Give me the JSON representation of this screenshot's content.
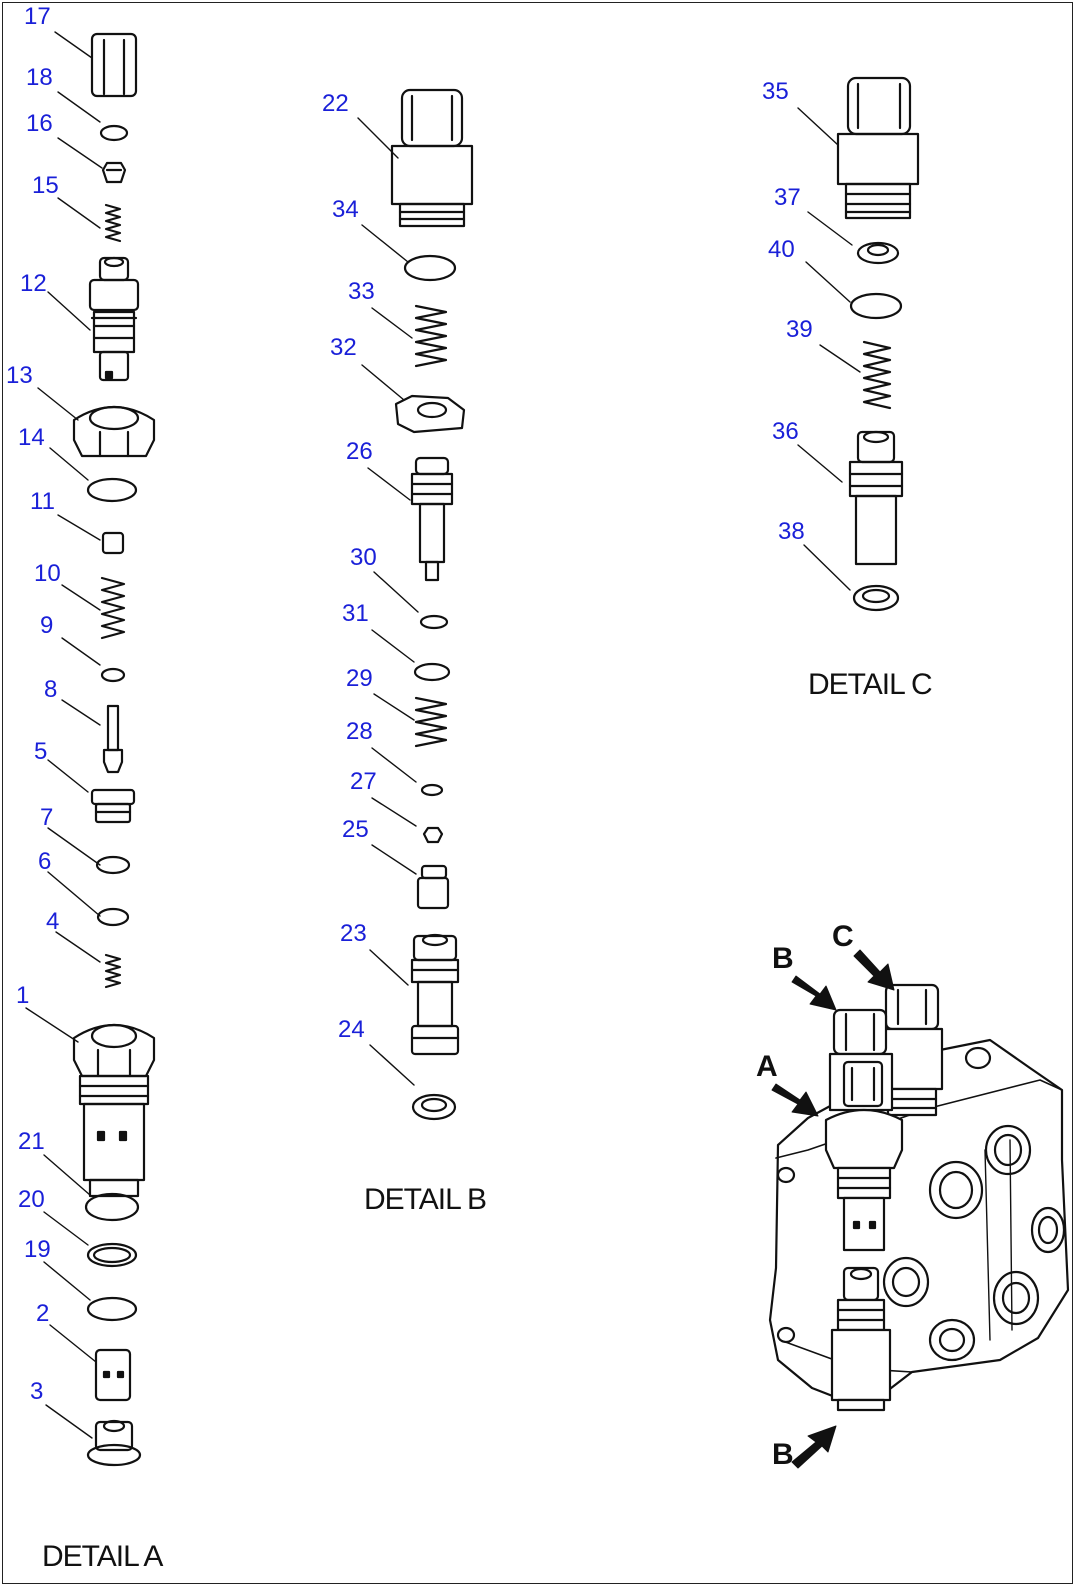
{
  "details": {
    "a": "DETAIL A",
    "b": "DETAIL B",
    "c": "DETAIL C"
  },
  "view_arrows": {
    "b_upper": "B",
    "c": "C",
    "a": "A",
    "b_lower": "B"
  },
  "parts": {
    "p1": "1",
    "p2": "2",
    "p3": "3",
    "p4": "4",
    "p5": "5",
    "p6": "6",
    "p7": "7",
    "p8": "8",
    "p9": "9",
    "p10": "10",
    "p11": "11",
    "p12": "12",
    "p13": "13",
    "p14": "14",
    "p15": "15",
    "p16": "16",
    "p17": "17",
    "p18": "18",
    "p19": "19",
    "p20": "20",
    "p21": "21",
    "p22": "22",
    "p23": "23",
    "p24": "24",
    "p25": "25",
    "p26": "26",
    "p27": "27",
    "p28": "28",
    "p29": "29",
    "p30": "30",
    "p31": "31",
    "p32": "32",
    "p33": "33",
    "p34": "34",
    "p35": "35",
    "p36": "36",
    "p37": "37",
    "p38": "38",
    "p39": "39",
    "p40": "40"
  },
  "colors": {
    "label": "#1a20d8",
    "line": "#111111"
  }
}
